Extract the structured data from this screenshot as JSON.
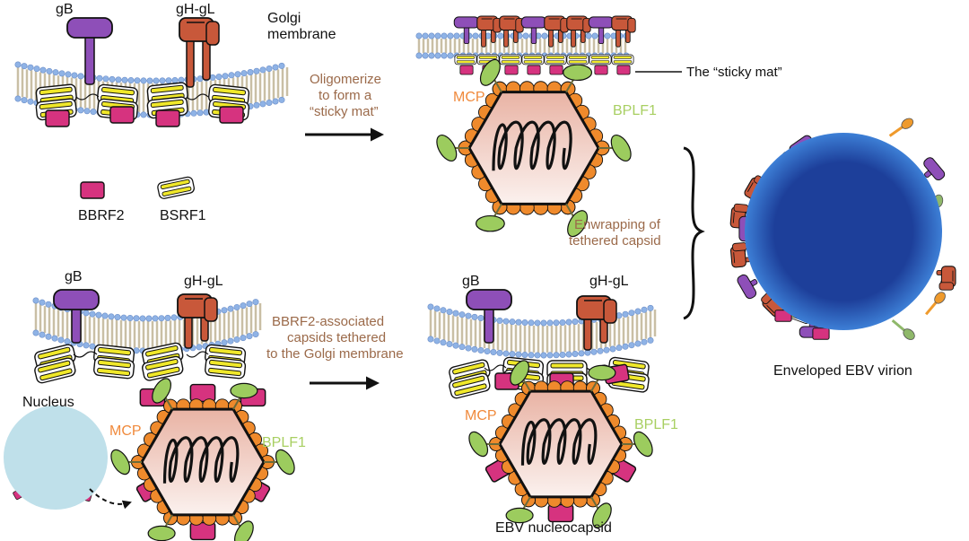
{
  "colors": {
    "gB": "#8e4fb8",
    "gH_gL": "#c8583a",
    "BBRF2": "#d6337f",
    "BSRF1": "#f0e82a",
    "MCP": "#ef8a2c",
    "BPLF1": "#9ccc5e",
    "capsid_fill": "#f1c5b8",
    "lipid_head": "#8fb3e6",
    "lipid_tail": "#c9bfa5",
    "envelope": "#1f4fae",
    "nucleus": "#bfe0ea",
    "annotation_text": "#9b6a4a"
  },
  "panel_top_left": {
    "gB_label": "gB",
    "gHgL_label": "gH-gL",
    "membrane_label_line1": "Golgi",
    "membrane_label_line2": "membrane"
  },
  "legend": {
    "bbrf2_label": "BBRF2",
    "bsrf1_label": "BSRF1"
  },
  "step1_arrow": {
    "line1": "Oligomerize",
    "line2": "to form a",
    "line3": "“sticky mat”"
  },
  "panel_top_middle": {
    "sticky_mat_label": "The “sticky mat”",
    "mcp_label": "MCP",
    "bplf1_label": "BPLF1"
  },
  "brace_annotation": {
    "line1": "Enwrapping of",
    "line2": "tethered capsid"
  },
  "panel_right": {
    "virion_label": "Enveloped EBV virion"
  },
  "panel_bottom_left": {
    "gB_label": "gB",
    "gHgL_label": "gH-gL",
    "nucleus_label": "Nucleus",
    "mcp_label": "MCP",
    "bplf1_label": "BPLF1"
  },
  "step2_arrow": {
    "line1": "BBRF2-associated",
    "line2": "capsids tethered",
    "line3": "to the Golgi membrane"
  },
  "panel_bottom_middle": {
    "gB_label": "gB",
    "gHgL_label": "gH-gL",
    "mcp_label": "MCP",
    "bplf1_label": "BPLF1",
    "nucleocapsid_label": "EBV nucleocapsid"
  }
}
